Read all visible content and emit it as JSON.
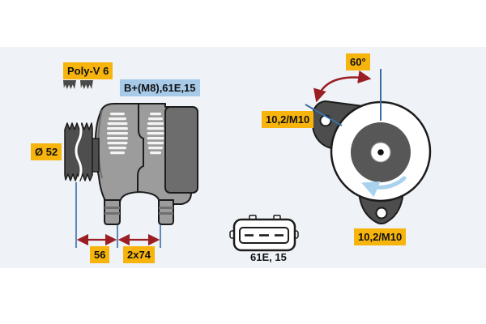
{
  "diagram": {
    "kind": "alternator technical drawing, side view and front view with dimensions"
  },
  "labels": {
    "belt_type": "Poly-V 6",
    "terminals": "B+(M8),61E,15",
    "pulley_diameter": "Ø 52",
    "dim_a": "56",
    "dim_b": "2x74",
    "mount_angle": "60°",
    "mount_hole_top": "10,2/M10",
    "mount_hole_bottom": "10,2/M10",
    "connector_label": "61E, 15"
  },
  "icons": {
    "belt_profile": "poly-v-belt-cross-section",
    "rotation_direction": "counterclockwise-arrow",
    "angle_measure": "curved-double-arrow",
    "dimension": "double-headed-arrow"
  },
  "colors": {
    "label_yellow": "#f7b40d",
    "label_blue": "#a6cae8",
    "dimension_blue": "#3a6ea5",
    "arrow_red": "#9a1e24",
    "rotation_arrow_blue": "#a9d2ee",
    "body_gray": "#9c9c9c",
    "pulley_gray": "#4e4e4e",
    "rear_cover_gray": "#6d6d6d",
    "background_band": "#eff2f6"
  }
}
